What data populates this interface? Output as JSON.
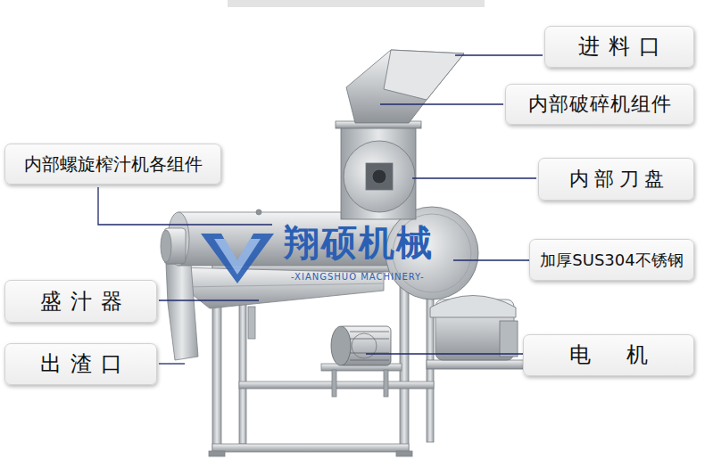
{
  "diagram": {
    "nodes": [
      {
        "text": [
          "进料口"
        ]
      },
      {
        "text": [
          "内部破碎机组件"
        ]
      },
      {
        "text": [
          "内部螺旋榨汁机各组件"
        ]
      },
      {
        "text": [
          "内部刀盘"
        ]
      },
      {
        "text": [
          "加厚SUS304不锈钢"
        ]
      },
      {
        "text": [
          "盛汁器"
        ]
      },
      {
        "text": [
          "电机"
        ]
      },
      {
        "text": [
          "出渣口"
        ]
      }
    ],
    "labels": [
      "翔硕机械",
      "-XIANGSHUO MACHINERY-"
    ]
  }
}
